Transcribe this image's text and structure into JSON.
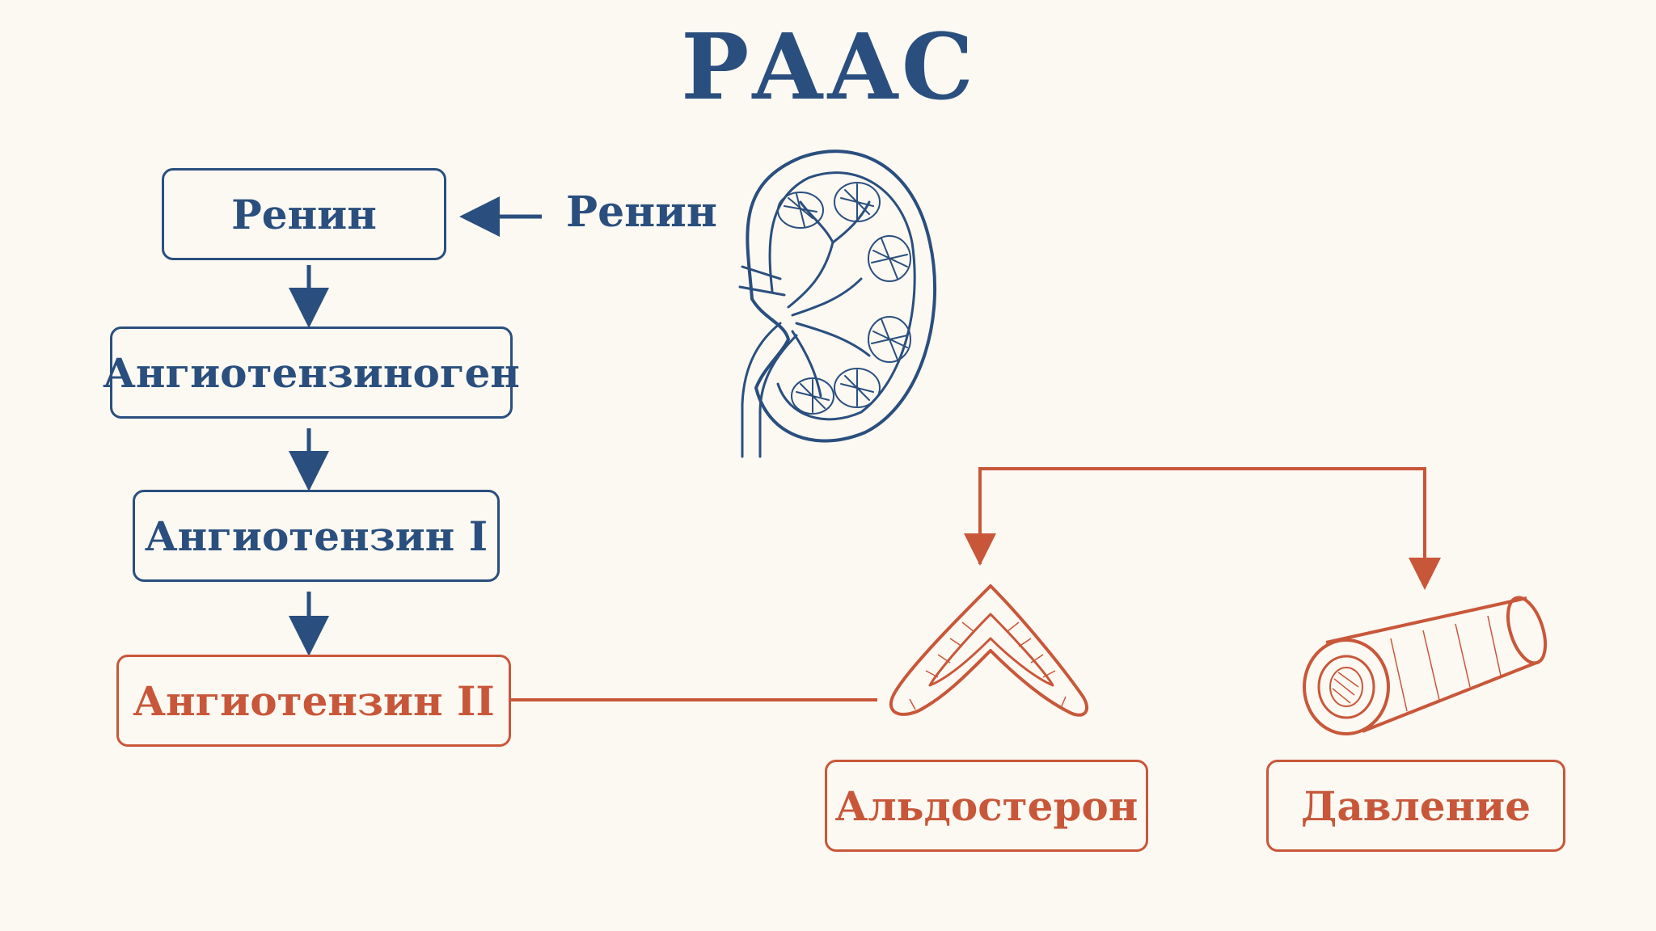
{
  "title": "РААС",
  "nodes": {
    "renin_box": "Ренин",
    "renin_kidney_label": "Ренин",
    "angiotensinogen": "Ангиотензиноген",
    "angiotensin_1": "Ангиотензин I",
    "angiotensin_2": "Ангиотензин II",
    "aldosterone": "Альдостерон",
    "pressure": "Давление"
  },
  "illustrations": [
    "kidney-icon",
    "adrenal-gland-icon",
    "blood-vessel-icon"
  ],
  "colors": {
    "blue": "#2a4f7e",
    "red": "#c8573a",
    "background": "#fcf8f2"
  }
}
